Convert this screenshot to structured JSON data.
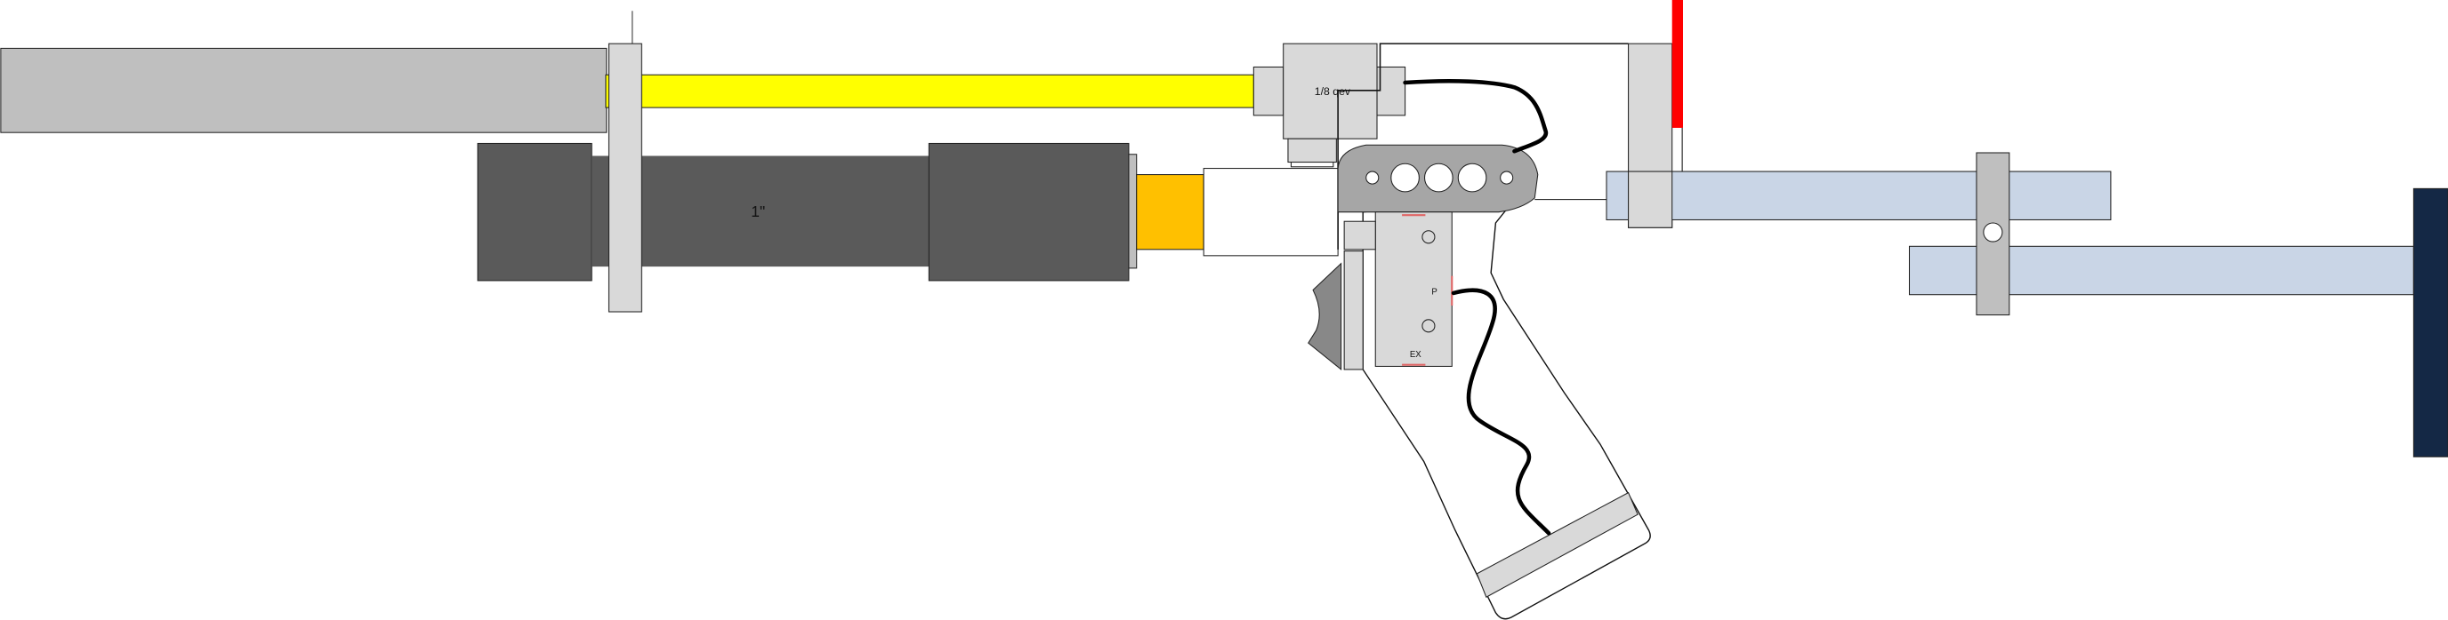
{
  "labels": {
    "valve": "1/8 qev",
    "barrel_size": "1\"",
    "port_p": "P",
    "port_ex": "EX"
  },
  "colors": {
    "barrel_shroud": "#bfbfbf",
    "yellow_tube": "#ffff00",
    "dark_chamber": "#5a5a5a",
    "orange_coupler": "#ffc000",
    "light_gray": "#d9d9d9",
    "receiver": "#a6a6a6",
    "stock_blue": "#c9d5e6",
    "red_bar": "#ff0000",
    "butt_plate": "#142845"
  }
}
